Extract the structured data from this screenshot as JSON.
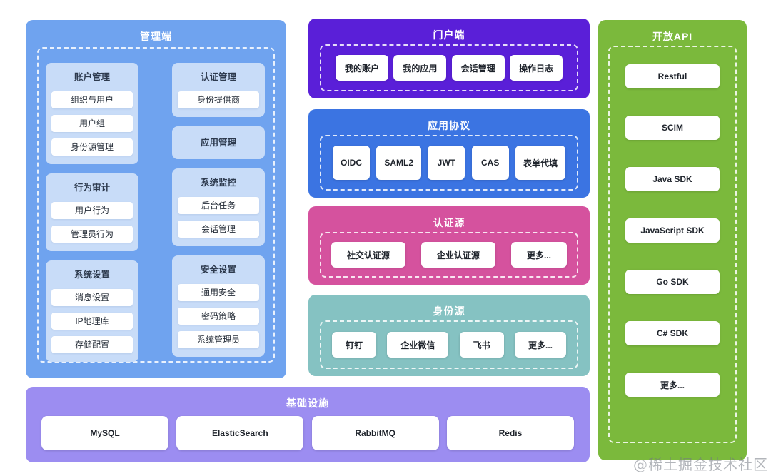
{
  "admin": {
    "title": "管理端",
    "columns": [
      {
        "cards": [
          {
            "title": "账户管理",
            "items": [
              "组织与用户",
              "用户组",
              "身份源管理"
            ]
          },
          {
            "title": "行为审计",
            "items": [
              "用户行为",
              "管理员行为"
            ]
          },
          {
            "title": "系统设置",
            "items": [
              "消息设置",
              "IP地理库",
              "存储配置"
            ]
          }
        ]
      },
      {
        "cards": [
          {
            "title": "认证管理",
            "items": [
              "身份提供商"
            ]
          },
          {
            "title": "应用管理",
            "items": []
          },
          {
            "title": "系统监控",
            "items": [
              "后台任务",
              "会话管理"
            ]
          },
          {
            "title": "安全设置",
            "items": [
              "通用安全",
              "密码策略",
              "系统管理员"
            ]
          }
        ]
      }
    ]
  },
  "portal": {
    "title": "门户端",
    "items": [
      "我的账户",
      "我的应用",
      "会话管理",
      "操作日志"
    ]
  },
  "protocols": {
    "title": "应用协议",
    "items": [
      "OIDC",
      "SAML2",
      "JWT",
      "CAS",
      "表单代填"
    ]
  },
  "auth_sources": {
    "title": "认证源",
    "items": [
      "社交认证源",
      "企业认证源",
      "更多..."
    ]
  },
  "identity_sources": {
    "title": "身份源",
    "items": [
      "钉钉",
      "企业微信",
      "飞书",
      "更多..."
    ]
  },
  "open_api": {
    "title": "开放API",
    "items": [
      "Restful",
      "SCIM",
      "Java SDK",
      "JavaScript SDK",
      "Go SDK",
      "C# SDK",
      "更多..."
    ]
  },
  "infrastructure": {
    "title": "基础设施",
    "items": [
      "MySQL",
      "ElasticSearch",
      "RabbitMQ",
      "Redis"
    ]
  },
  "watermark": "@稀土掘金技术社区",
  "colors": {
    "admin_panel": "#6FA3EF",
    "admin_card": "#C8DCF8",
    "portal": "#5A1FD8",
    "protocols": "#3B74E2",
    "auth_sources": "#D5529E",
    "identity_sources": "#85C2C2",
    "open_api": "#7BB93C",
    "infrastructure": "#9C8DF1"
  }
}
